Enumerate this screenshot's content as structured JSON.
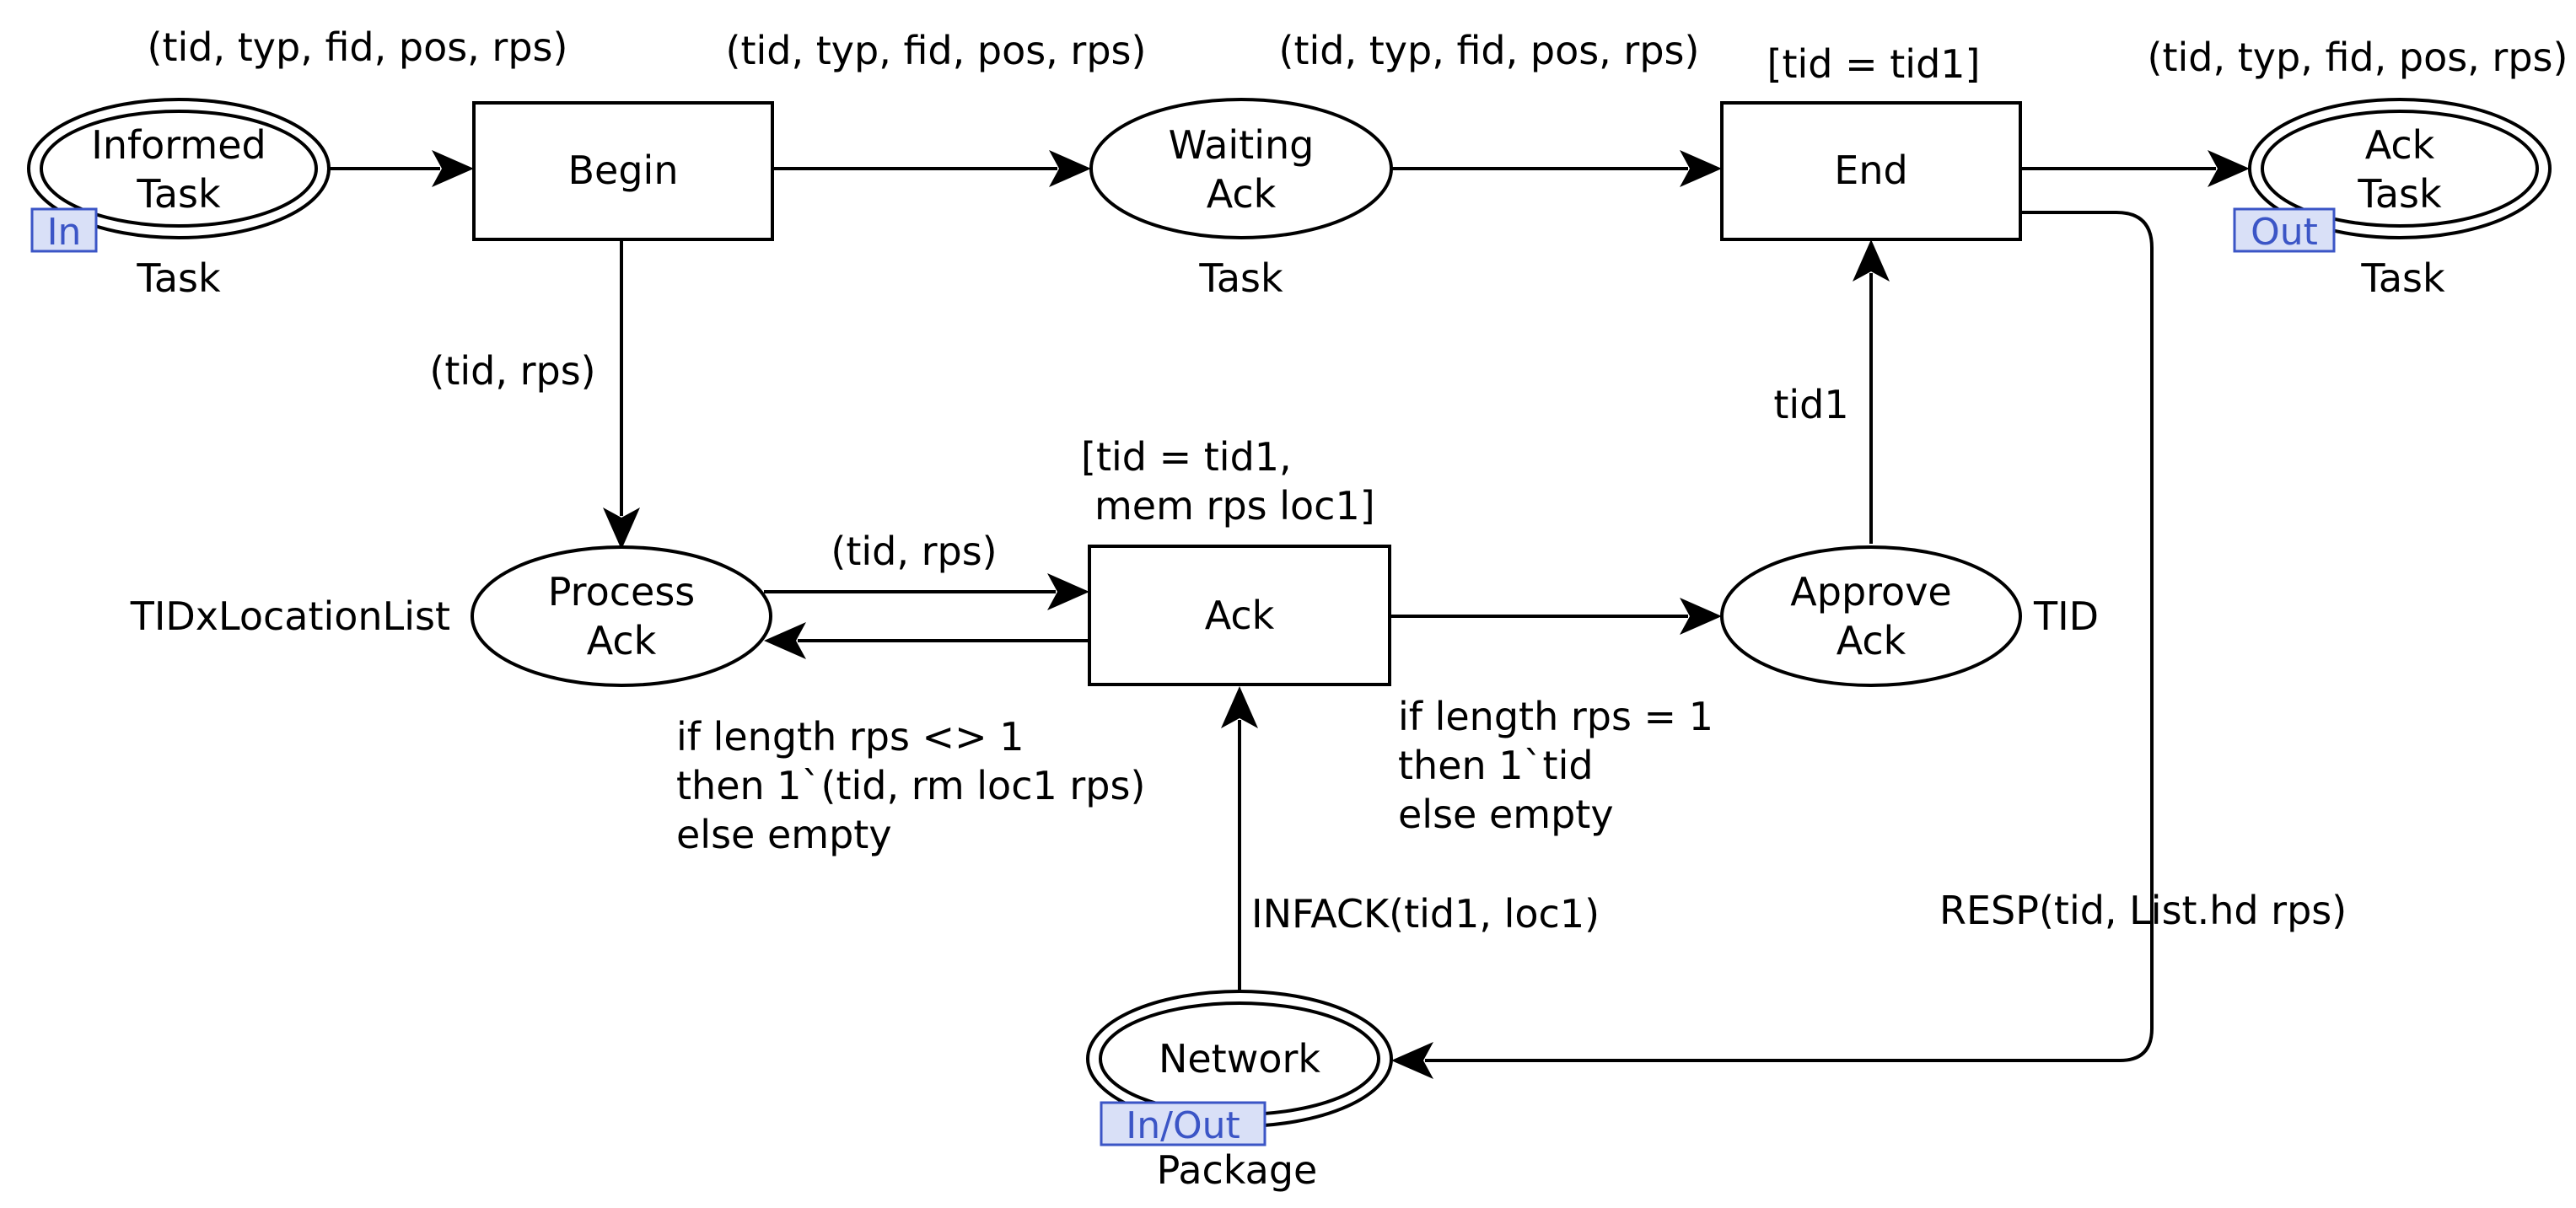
{
  "places": {
    "informed_task": {
      "line1": "Informed",
      "line2": "Task",
      "colorset": "Task",
      "port": "In"
    },
    "waiting_ack": {
      "line1": "Waiting",
      "line2": "Ack",
      "colorset": "Task"
    },
    "ack_task": {
      "line1": "Ack",
      "line2": "Task",
      "colorset": "Task",
      "port": "Out"
    },
    "process_ack": {
      "line1": "Process",
      "line2": "Ack",
      "colorset": "TIDxLocationList"
    },
    "approve_ack": {
      "line1": "Approve",
      "line2": "Ack",
      "colorset": "TID"
    },
    "network": {
      "line1": "Network",
      "colorset": "Package",
      "port": "In/Out"
    }
  },
  "transitions": {
    "begin": {
      "label": "Begin"
    },
    "end": {
      "label": "End",
      "guard": "[tid = tid1]"
    },
    "ack": {
      "label": "Ack",
      "guard_line1": "[tid = tid1,",
      "guard_line2": "mem rps loc1]"
    }
  },
  "arcs": {
    "informed_to_begin": "(tid, typ, fid, pos, rps)",
    "begin_to_waiting": "(tid, typ, fid, pos, rps)",
    "waiting_to_end": "(tid, typ, fid, pos, rps)",
    "end_to_acktask": "(tid, typ, fid, pos, rps)",
    "begin_to_process": "(tid, rps)",
    "process_to_ack": "(tid, rps)",
    "ack_to_process": [
      "if length rps <> 1",
      "then 1`(tid, rm loc1 rps)",
      "else empty"
    ],
    "ack_to_approve": [
      "if length rps = 1",
      "then 1`tid",
      "else empty"
    ],
    "approve_to_end": "tid1",
    "network_to_ack": "INFACK(tid1, loc1)",
    "end_to_network": "RESP(tid, List.hd rps)"
  },
  "colors": {
    "port_fill": "#d9e0f7",
    "port_stroke": "#3b55c6",
    "port_text": "#3b55c6"
  }
}
